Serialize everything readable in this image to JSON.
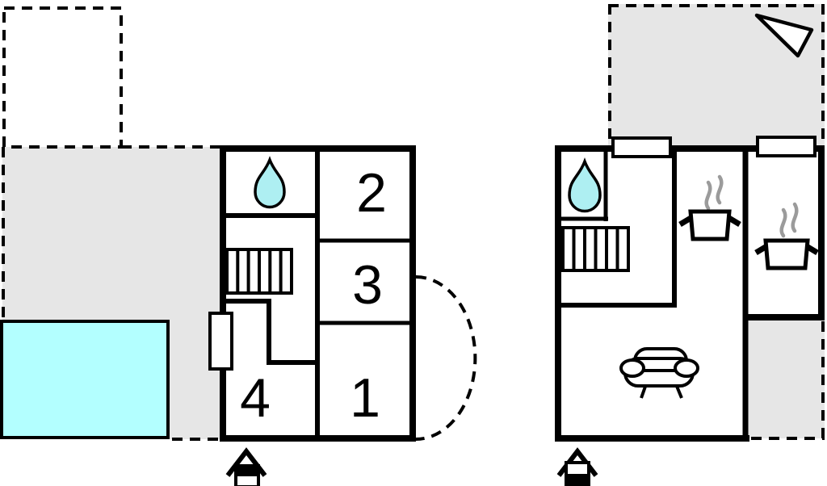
{
  "document_type": "floor-plan",
  "colors": {
    "wall": "#000000",
    "terrace": "#e6e6e6",
    "upper_terrace": "#c3c3c3",
    "pool": "#b3ffff",
    "water_drop": "#aeeff2",
    "steam": "#9b9b9b",
    "paper": "#ffffff"
  },
  "left_plan": {
    "rooms": [
      {
        "number": "1"
      },
      {
        "number": "2"
      },
      {
        "number": "3"
      },
      {
        "number": "4"
      }
    ],
    "icons": [
      "water-drop-icon",
      "stairs-icon",
      "window-icon",
      "door-swing-arc",
      "entrance-icon"
    ],
    "features": [
      "covered-terrace-dashed",
      "terrace-dashed",
      "pool"
    ],
    "entrance_marker": "top-half-filled"
  },
  "right_plan": {
    "rooms": [],
    "icons": [
      "water-drop-icon",
      "stairs-icon",
      "stove-icon",
      "stove-icon",
      "sofa-icon",
      "north-arrow-icon",
      "window-icon",
      "window-icon",
      "entrance-icon"
    ],
    "features": [
      "terrace-dashed",
      "rear-patio-dashed"
    ],
    "entrance_marker": "bottom-half-filled"
  }
}
